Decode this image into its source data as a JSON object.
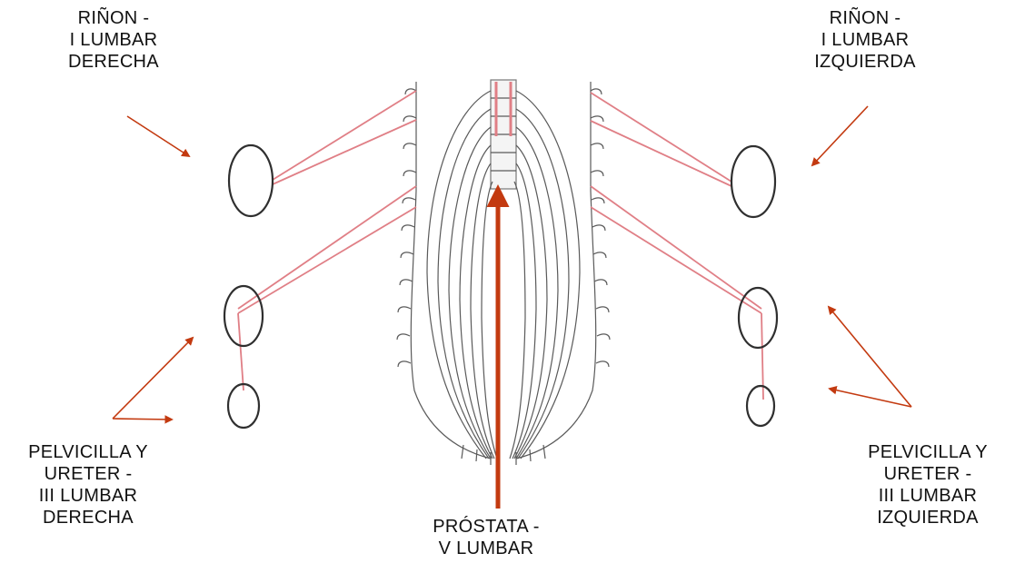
{
  "labels": {
    "kidney_right": [
      "RIÑON -",
      "I LUMBAR",
      "DERECHA"
    ],
    "kidney_left": [
      "RIÑON -",
      "I LUMBAR",
      "IZQUIERDA"
    ],
    "pelvis_right": [
      "PELVICILLA Y",
      "URETER -",
      "III LUMBAR",
      "DERECHA"
    ],
    "pelvis_left": [
      "PELVICILLA Y",
      "URETER -",
      "III LUMBAR",
      "IZQUIERDA"
    ],
    "prostate": [
      "PRÓSTATA -",
      "V LUMBAR"
    ]
  },
  "colors": {
    "arrow": "#c33a10",
    "nerve": "#e07f86",
    "spine_outline": "#5a5a5a",
    "organ_outline": "#2f2f2f"
  }
}
